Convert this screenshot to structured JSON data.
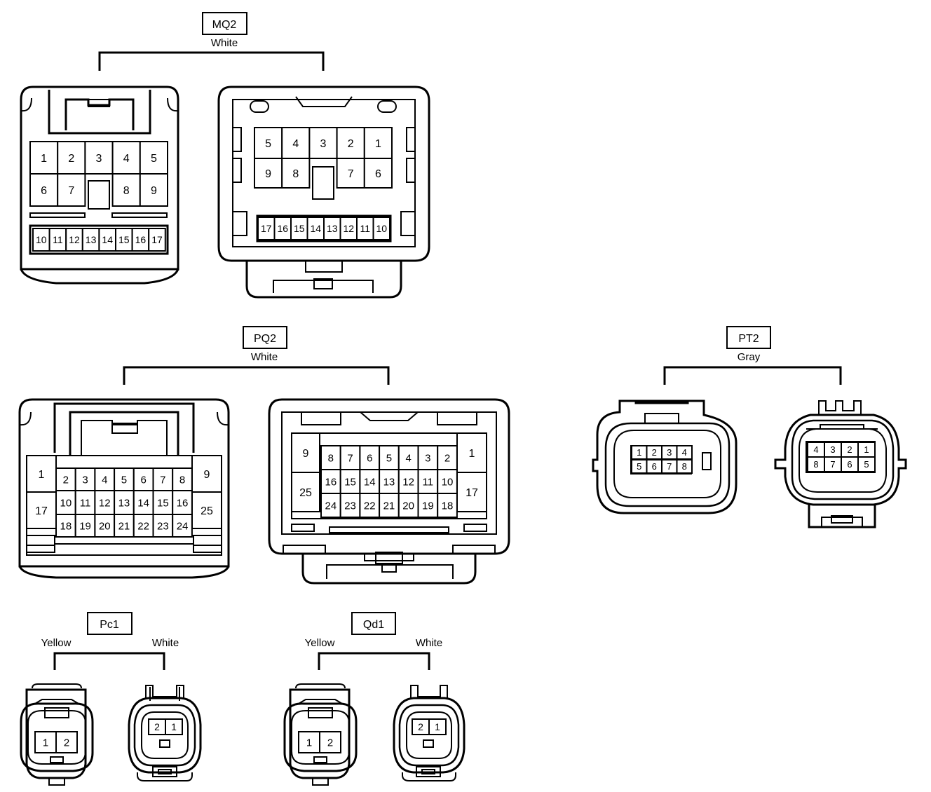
{
  "connectors": {
    "mq2": {
      "id": "MQ2",
      "color": "White",
      "left": {
        "row1": [
          "1",
          "2",
          "3",
          "4",
          "5"
        ],
        "row2": [
          "6",
          "7",
          "8",
          "9"
        ],
        "row3": [
          "10",
          "11",
          "12",
          "13",
          "14",
          "15",
          "16",
          "17"
        ]
      },
      "right": {
        "row1": [
          "5",
          "4",
          "3",
          "2",
          "1"
        ],
        "row2": [
          "9",
          "8",
          "7",
          "6"
        ],
        "row3": [
          "17",
          "16",
          "15",
          "14",
          "13",
          "12",
          "11",
          "10"
        ]
      }
    },
    "pq2": {
      "id": "PQ2",
      "color": "White",
      "left": {
        "col_left": [
          "1",
          "17"
        ],
        "row1": [
          "2",
          "3",
          "4",
          "5",
          "6",
          "7",
          "8"
        ],
        "row2": [
          "10",
          "11",
          "12",
          "13",
          "14",
          "15",
          "16"
        ],
        "row3": [
          "18",
          "19",
          "20",
          "21",
          "22",
          "23",
          "24"
        ],
        "col_right": [
          "9",
          "25"
        ]
      },
      "right": {
        "col_left": [
          "9",
          "25"
        ],
        "row1": [
          "8",
          "7",
          "6",
          "5",
          "4",
          "3",
          "2"
        ],
        "row2": [
          "16",
          "15",
          "14",
          "13",
          "12",
          "11",
          "10"
        ],
        "row3": [
          "24",
          "23",
          "22",
          "21",
          "20",
          "19",
          "18"
        ],
        "col_right": [
          "1",
          "17"
        ]
      }
    },
    "pt2": {
      "id": "PT2",
      "color": "Gray",
      "left": {
        "row1": [
          "1",
          "2",
          "3",
          "4"
        ],
        "row2": [
          "5",
          "6",
          "7",
          "8"
        ]
      },
      "right": {
        "row1": [
          "4",
          "3",
          "2",
          "1"
        ],
        "row2": [
          "8",
          "7",
          "6",
          "5"
        ]
      }
    },
    "pc1": {
      "id": "Pc1",
      "color_left": "Yellow",
      "color_right": "White",
      "left": [
        "1",
        "2"
      ],
      "right": [
        "2",
        "1"
      ]
    },
    "qd1": {
      "id": "Qd1",
      "color_left": "Yellow",
      "color_right": "White",
      "left": [
        "1",
        "2"
      ],
      "right": [
        "2",
        "1"
      ]
    }
  }
}
